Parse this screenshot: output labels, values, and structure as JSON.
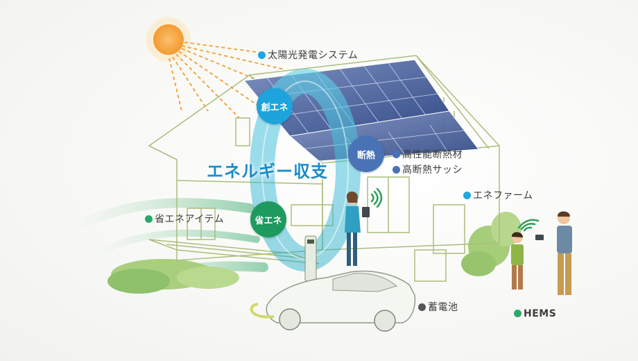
{
  "colors": {
    "solar_blue": "#1ea8e0",
    "create_badge": "#1da4dd",
    "insulation_badge": "#4a73b5",
    "save_badge": "#1f9a5e",
    "save_green": "#2ca86a",
    "storage_gray": "#555555",
    "headline_blue": "#1b8bc9",
    "house_line": "#a9bd7a"
  },
  "headline": "エネルギー収支",
  "badges": {
    "create": "創エネ",
    "insulation": "断熱",
    "save": "省エネ"
  },
  "labels": {
    "solar": "太陽光発電システム",
    "insulation_material": "高性能断熱材",
    "insulated_sash": "高断熱サッシ",
    "ene_farm": "エネファーム",
    "eco_items": "省エネアイテム",
    "battery": "蓄電池",
    "hems": "HEMS"
  },
  "icons": {
    "sun": "sun-icon",
    "zero_ring": "zero-ring-icon",
    "wifi": "wifi-signal-icon"
  }
}
